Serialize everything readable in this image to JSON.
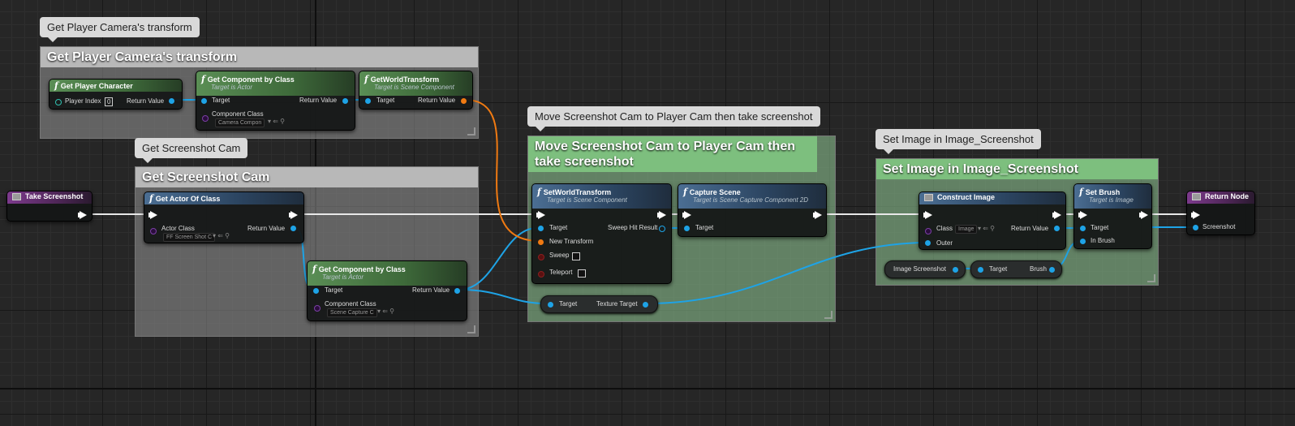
{
  "comments": {
    "camera_transform": {
      "bubble": "Get Player Camera's transform",
      "title": "Get Player Camera's transform"
    },
    "screenshot_cam": {
      "bubble": "Get Screenshot Cam",
      "title": "Get Screenshot Cam"
    },
    "move_cam": {
      "bubble": "Move Screenshot Cam to Player Cam then take screenshot",
      "title": "Move Screenshot Cam to Player Cam then take screenshot"
    },
    "set_image": {
      "bubble": "Set Image in Image_Screenshot",
      "title": "Set Image in Image_Screenshot"
    }
  },
  "nodes": {
    "get_player_character": {
      "title": "Get Player Character",
      "player_index_label": "Player Index",
      "player_index_value": "0",
      "return_label": "Return Value"
    },
    "get_component_1": {
      "title": "Get Component by Class",
      "subtitle": "Target is Actor",
      "target_label": "Target",
      "return_label": "Return Value",
      "class_label": "Component Class",
      "class_value": "Camera Compon"
    },
    "get_world_transform": {
      "title": "GetWorldTransform",
      "subtitle": "Target is Scene Component",
      "target_label": "Target",
      "return_label": "Return Value"
    },
    "take_screenshot": {
      "title": "Take Screenshot"
    },
    "get_actor_of_class": {
      "title": "Get Actor Of Class",
      "class_label": "Actor Class",
      "class_value": "FF Screen Shot C",
      "return_label": "Return Value"
    },
    "get_component_2": {
      "title": "Get Component by Class",
      "subtitle": "Target is Actor",
      "target_label": "Target",
      "return_label": "Return Value",
      "class_label": "Component Class",
      "class_value": "Scene Capture C"
    },
    "set_world_transform": {
      "title": "SetWorldTransform",
      "subtitle": "Target is Scene Component",
      "target_label": "Target",
      "new_transform_label": "New Transform",
      "sweep_label": "Sweep",
      "teleport_label": "Teleport",
      "sweep_hit_label": "Sweep Hit Result"
    },
    "capture_scene": {
      "title": "Capture Scene",
      "subtitle": "Target is Scene Capture Component 2D",
      "target_label": "Target"
    },
    "texture_target": {
      "target_label": "Target",
      "texture_label": "Texture Target"
    },
    "construct_image": {
      "title": "Construct Image",
      "class_label": "Class",
      "class_value": "Image",
      "return_label": "Return Value",
      "outer_label": "Outer"
    },
    "set_brush": {
      "title": "Set Brush",
      "subtitle": "Target is Image",
      "target_label": "Target",
      "brush_label": "In Brush"
    },
    "image_screenshot_var": {
      "label": "Image Screenshot"
    },
    "brush_pill": {
      "target_label": "Target",
      "brush_label": "Brush"
    },
    "return_node": {
      "title": "Return Node",
      "screenshot_label": "Screenshot"
    }
  }
}
